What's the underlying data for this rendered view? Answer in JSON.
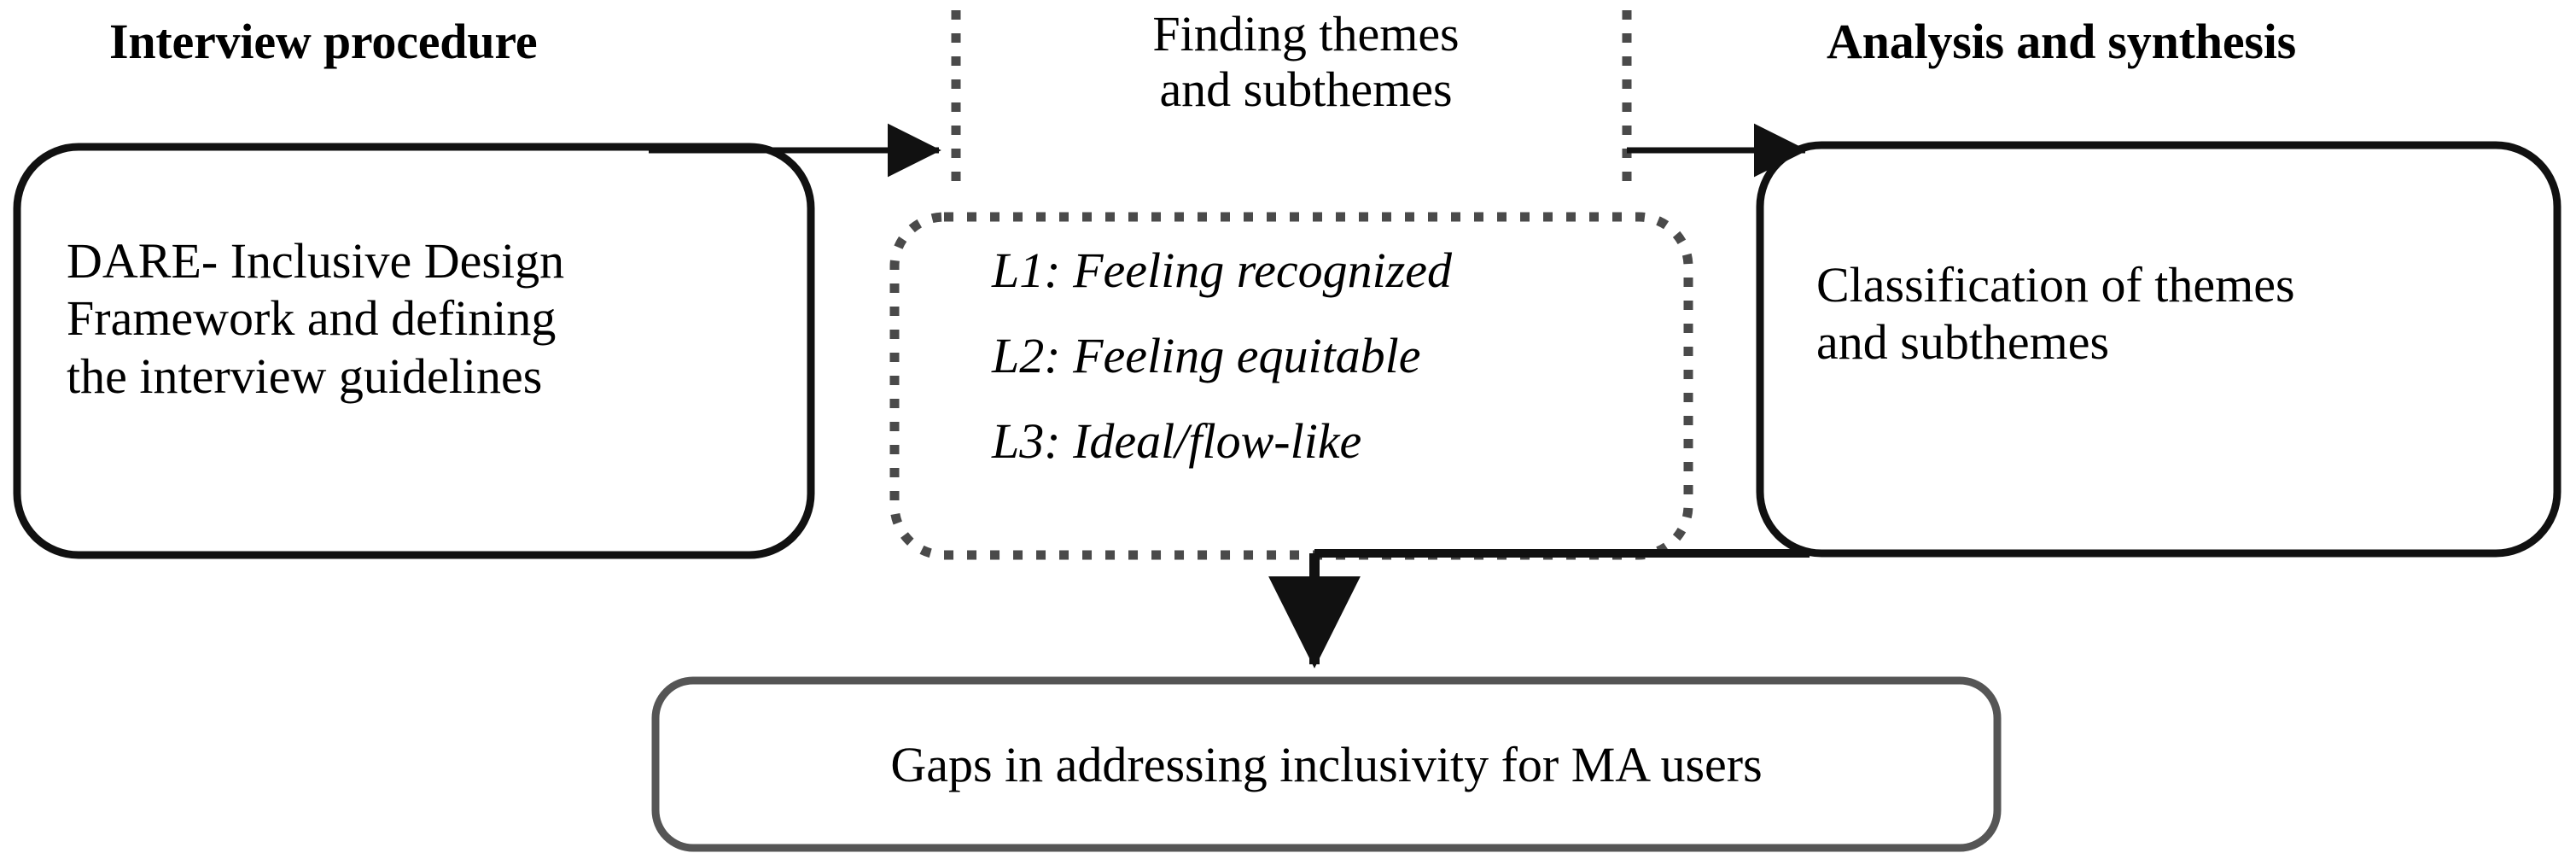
{
  "diagram": {
    "title_row": {
      "left_header": "Interview procedure",
      "middle_header_line1": "Finding themes",
      "middle_header_line2": "and subthemes",
      "right_header": "Analysis and synthesis"
    },
    "left_box": {
      "line1": "DARE- Inclusive Design",
      "line2": "Framework and defining",
      "line3": "the interview guidelines"
    },
    "middle_box": {
      "themes": [
        {
          "id": "L1",
          "label": "L1: Feeling recognized"
        },
        {
          "id": "L2",
          "label": "L2: Feeling equitable"
        },
        {
          "id": "L3",
          "label": "L3: Ideal/flow-like"
        }
      ]
    },
    "right_box": {
      "line1": "Classification of themes",
      "line2": "and subthemes"
    },
    "bottom_box": {
      "text": "Gaps in addressing inclusivity for MA users"
    },
    "colors": {
      "stroke_solid": "#111111",
      "stroke_dotted": "#4a4a4a",
      "stroke_bottom_box": "#555555",
      "background": "#ffffff",
      "text": "#000000"
    }
  }
}
